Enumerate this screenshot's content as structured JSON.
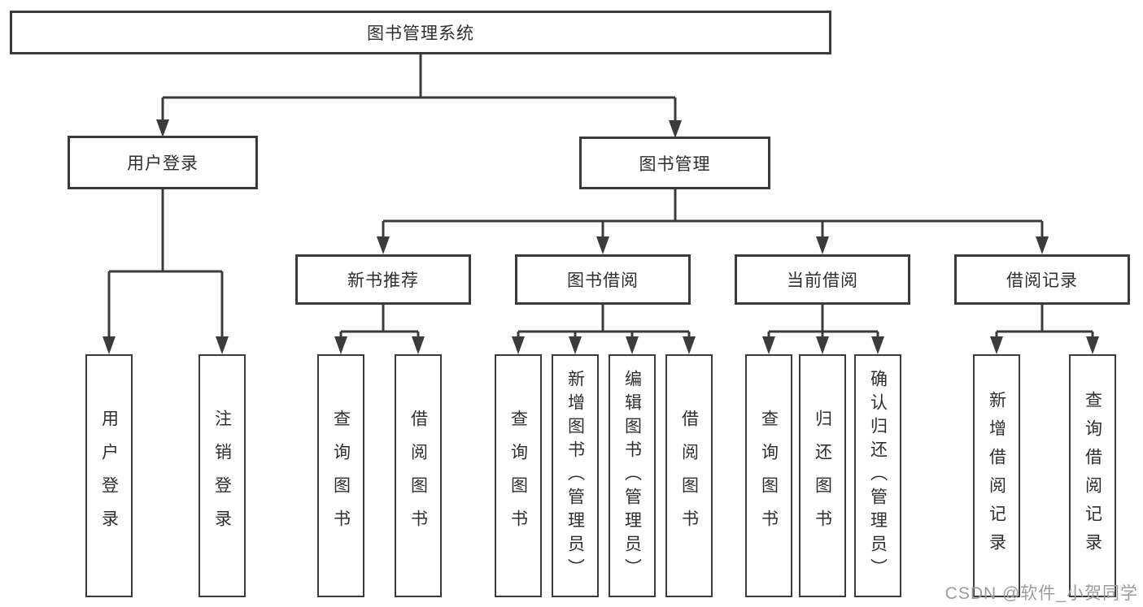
{
  "colors": {
    "background": "#ffffff",
    "line": "#3b3b3b",
    "box_border": "#3b3b3b",
    "box_fill": "#ffffff",
    "text": "#2f2f2f",
    "watermark": "#9c9c9c"
  },
  "tree": {
    "root": "图书管理系统",
    "branches": [
      {
        "label": "用户登录",
        "children": [
          "用户登录",
          "注销登录"
        ]
      },
      {
        "label": "图书管理",
        "groups": [
          {
            "label": "新书推荐",
            "children": [
              "查询图书",
              "借阅图书"
            ]
          },
          {
            "label": "图书借阅",
            "children": [
              "查询图书",
              "新增图书（管理员）",
              "编辑图书（管理员）",
              "借阅图书"
            ]
          },
          {
            "label": "当前借阅",
            "children": [
              "查询图书",
              "归还图书",
              "确认归还（管理员）"
            ]
          },
          {
            "label": "借阅记录",
            "children": [
              "新增借阅记录",
              "查询借阅记录"
            ]
          }
        ]
      }
    ]
  },
  "watermark": {
    "text": "CSDN @软件_小贺同学"
  }
}
